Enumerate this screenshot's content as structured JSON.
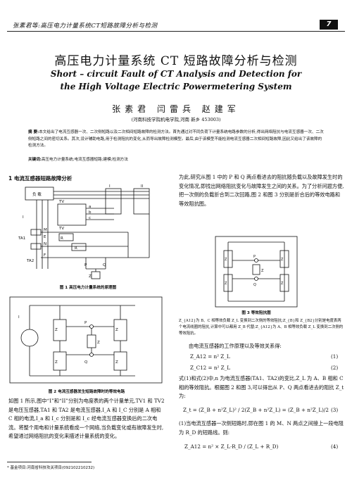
{
  "header": {
    "running_title": "张素君等:高压电力计量系统CT短路故障分析与检测",
    "page_number": "7"
  },
  "title": {
    "cn": "高压电力计量系统 CT 短路故障分析与检测",
    "en_line1": "Short – circuit Fault of CT Analysis and Detection for",
    "en_line2": "the High Voltage Electric Powermetering System"
  },
  "authors": "张素君  闫雷兵  赵建军",
  "affiliation": "(河南科技学院机电学院,河南 新乡 453003)",
  "abstract": {
    "label": "摘 要:",
    "text": "本文给出了电流互感器一次、二次侧短路以及二次相间短路故障的检测方法。首先通过对不同负荷下计量系统电路参数的分析,得出网络阻抗与电流互感器一次、二次侧短路之间的密切关系。其次,设计辅助电路,用于检测阻抗的变化,从而导出故障检测模型。最后,由于该模型不能检测电流互感器二次相间短路故障,因此又给出了该故障的检测方法。",
    "kw_label": "关键词:",
    "keywords": "高压电力计量系统;电流互感器短路;建模;检测方法"
  },
  "section1": {
    "title": "1   电流互感器短路故障分析"
  },
  "fig1": {
    "caption": "图 1   高压电力计量系统的原理图",
    "labels": {
      "load": "负 载",
      "I": "I",
      "II": "II",
      "TV": "TV",
      "TV2": "TV",
      "a": "a",
      "b": "b",
      "c": "c",
      "IA": "I",
      "Ia": "I",
      "M": "M",
      "E": "E",
      "N": "N",
      "F": "F",
      "TA1": "TA1",
      "TA2": "TA2",
      "RB": "R",
      "RA": "R",
      "Rs": "R",
      "Ic": "I",
      "P": "P",
      "Q": "Q",
      "Zt": "Z",
      "Ix": "I"
    }
  },
  "fig2": {
    "caption": "图 2   电流互感器发生短路故障时的等效电路",
    "labels": {
      "Ic": "I",
      "ZCt": "Z",
      "P": "P",
      "Q": "Q",
      "Zt": "Z",
      "ZA12": "Z",
      "Z2": "Z",
      "ZB": "Z"
    }
  },
  "fig3": {
    "caption": "图 3   等效阻抗图",
    "labels": {
      "Zct": "Z",
      "ZA12": "Z",
      "P": "P",
      "Q": "Q",
      "Zt": "Z",
      "ZB": "Z",
      "ZCt2": "Z"
    },
    "note": "Z_{A12}为 B、C 相等效负载 Z_L 变换到二次侧的等效阻抗;Z_{B}和 Z_{B2}分别是电度表两个电流线圈的阻抗,计算中可以都用 Z_B 代替;Z_{A12}为 A、B 相等效负载 Z_L 变换到二次侧的等效阻抗。"
  },
  "left_para": "如图 1 所示,图中“I”和“II”分别为电度表的两个计量单元,TV1 和 TV2 是电压互感器,TA1 和 TA2 是电流互感器,I_A 和 I_C 分别是 A 相和 C 相的电流,I_a 和 I_c 分别是和 I_c 经电流互感器变换后的二次电流。将整个用电和计量系统看成一个网络,当负载变化或有故障发生时,希望通过网络阻抗的变化来描述计量系统的变化。",
  "right_para1": "为此,研究从图 1 中的 P 和 Q 两点看进去的阻抗随负载以及故障发生时的变化情况,即找出网络阻抗变化与故障发生之间的关系。为了分析问题方便,把一次侧的负载折合到二次回路,图 2 和图 3 分别是折合后的等效电路和等效阻抗图。",
  "right_para2": "由电流互感器的工作原理以及等效关系得:",
  "eq1": {
    "lhs": "Z_A12 = n² Z_L",
    "num": "(1)"
  },
  "eq2": {
    "lhs": "Z_C12 = n² Z_L",
    "num": "(2)"
  },
  "right_para3": "式(1)和式(2)中,n 为电流互感器(TA1、TA2)的变比,Z_L 为 A、B 相和 C 相的等效阻抗。根据图 2 和图 3,可以得出从 P、Q 两点看进去的阻抗 Z_t 为:",
  "eq3": {
    "text": "Z_t = (Z_B + n²Z_L)² / 2(Z_B + n²Z_L) = (Z_B + n²Z_L)/2",
    "num": "(3)"
  },
  "right_para4": "(1)当电流互感器一次侧短路时,即在图 1 的 M、N 两点之间接上一段电阻为 R_D 的短路线。则:",
  "eq4": {
    "text": "Z_A12 = n² × Z_L·R_D / (Z_L + R_D)",
    "num": "(4)"
  },
  "footnote": "* 基金项目:河南省科技攻关项目(092102210232)"
}
